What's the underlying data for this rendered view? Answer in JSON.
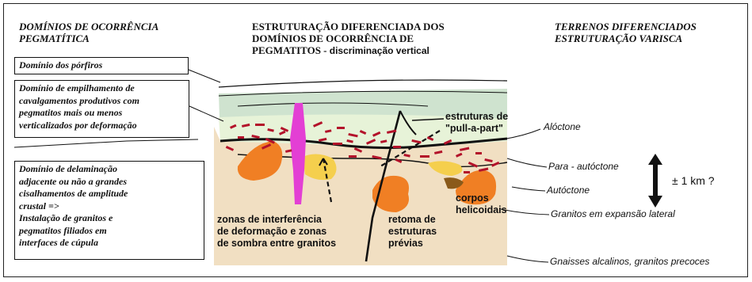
{
  "headers": {
    "left": [
      "DOMÍNIOS DE OCORRÊNCIA",
      "PEGMATÍTICA"
    ],
    "center": [
      "ESTRUTURAÇÃO DIFERENCIADA DOS",
      "DOMÍNIOS DE OCORRÊNCIA DE"
    ],
    "center_last_bold": "PEGMATITOS - ",
    "center_last_rest": "discriminação vertical",
    "right": [
      "TERRENOS DIFERENCIADOS",
      "ESTRUTURAÇÃO VARISCA"
    ]
  },
  "domains": [
    {
      "lines": [
        "Domínio dos pórfiros"
      ]
    },
    {
      "lines": [
        "Domínio de empilhamento de",
        "cavalgamentos produtivos com",
        "pegmatitos mais ou menos",
        "verticalizados por deformação"
      ]
    },
    {
      "lines": [
        "Domínio de delaminação",
        "adjacente ou não a grandes",
        "cisalhamentos de amplitude",
        "crustal =>",
        "Instalação de granitos e",
        "pegmatitos filiados em",
        "interfaces de cúpula"
      ]
    }
  ],
  "annotations": {
    "pull_apart": [
      "estruturas de",
      "\"pull-a-part\""
    ],
    "interference": [
      "zonas de interferência",
      "de deformação e zonas",
      "de sombra entre granitos"
    ],
    "retoma": [
      "retoma de",
      "estruturas",
      "prévias"
    ],
    "helicoidais": [
      "corpos",
      "helicoidais"
    ]
  },
  "terrains": {
    "aloctone": "Alóctone",
    "para": "Para - autóctone",
    "autoctone": "Autóctone",
    "granitos": "Granitos em expansão lateral",
    "gnaisses": "Gnaisses alcalinos, granitos precoces"
  },
  "scale": "± 1 km ?",
  "colors": {
    "base_beige": "#f1dfc2",
    "green": "#cfe3cf",
    "light_green": "#e7f3d8",
    "orange": "#f07f24",
    "yellow": "#f5cf4d",
    "magenta": "#e33fd4",
    "red_dashes": "#b3122a",
    "brown": "#8a5a1a"
  }
}
